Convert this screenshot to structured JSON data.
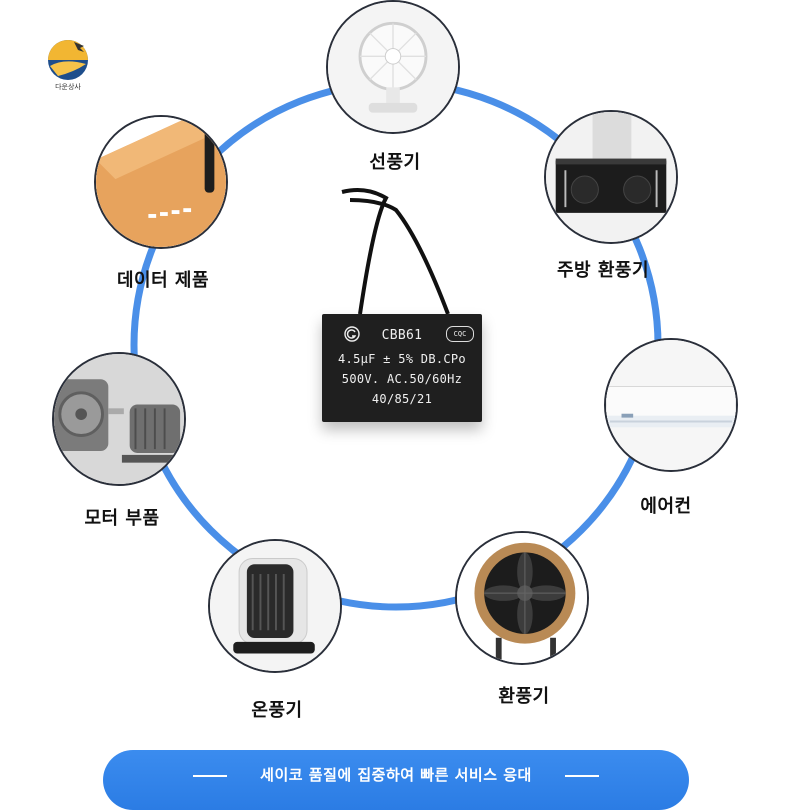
{
  "logo": {
    "text": "다운상사",
    "icon": "sun-wave-logo"
  },
  "product": {
    "model": "CBB61",
    "cert": "CQC",
    "spec1": "4.5μF ± 5% DB.CPo",
    "spec2": "500V. AC.50/60Hz",
    "spec3": "40/85/21",
    "case_color": "#1f1f1f"
  },
  "applications": [
    {
      "name": "선풍기",
      "icon": "desk-fan-icon"
    },
    {
      "name": "주방 환풍기",
      "icon": "range-hood-icon"
    },
    {
      "name": "에어컨",
      "icon": "air-conditioner-icon"
    },
    {
      "name": "환풍기",
      "icon": "ventilation-fan-icon"
    },
    {
      "name": "온풍기",
      "icon": "heater-icon"
    },
    {
      "name": "모터 부품",
      "icon": "motor-icon"
    },
    {
      "name": "데이터 제품",
      "icon": "router-icon"
    }
  ],
  "ring_color": "#4a8fe8",
  "banner": {
    "text": "세이코 품질에 집중하여 빠른 서비스 응대",
    "color": "#2f84ea"
  }
}
